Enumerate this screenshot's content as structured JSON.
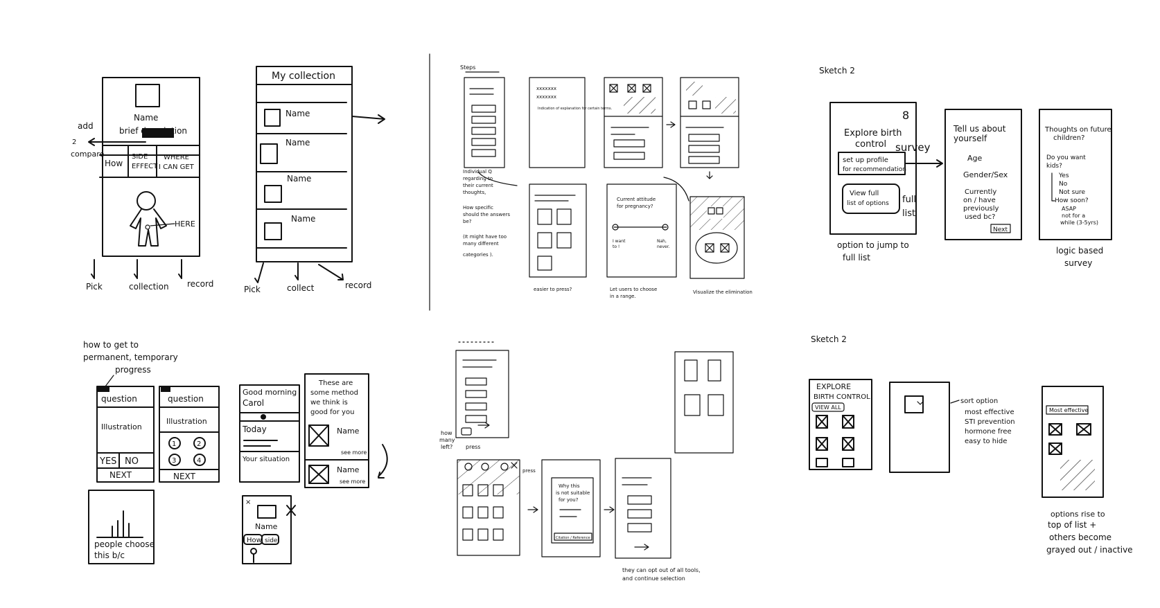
{
  "sheet1": {
    "left_labels": [
      "add",
      "2",
      "compare"
    ],
    "screen1": {
      "name": "Name",
      "brief": "brief description",
      "tab_how": "How",
      "tab_side_1": "SIDE",
      "tab_side_2": "EFFECT",
      "tab_where_1": "WHERE",
      "tab_where_2": "I CAN GET",
      "here": "HERE",
      "nav": [
        "Pick",
        "collection",
        "record"
      ]
    },
    "screen2": {
      "title": "My collection",
      "items": [
        "Name",
        "Name",
        "Name",
        "Name"
      ],
      "nav": [
        "Pick",
        "collect",
        "record"
      ]
    }
  },
  "sheet2": {
    "steps": "Steps",
    "tiny_header_1": "xxxxxxx",
    "tiny_header_2": "xxxxxxx",
    "tiny_note": "Indication of explanation for certain terms.",
    "note_individual": [
      "Individual Q",
      "regarding to",
      "their current",
      "thoughts,"
    ],
    "note_specific": [
      "How specific",
      "should the answers",
      "be?"
    ],
    "note_diff": [
      "(It might have too",
      "many different",
      "categories )."
    ],
    "cap_easier": "easier to press?",
    "attitude": [
      "Current attitude",
      "for pregnancy?"
    ],
    "slider_left": [
      "I want",
      "to !"
    ],
    "slider_right": [
      "Nah,",
      "never."
    ],
    "cap_range": [
      "Let users to choose",
      "in a range."
    ],
    "cap_visualize": "Visualize the elimination"
  },
  "sheet3": {
    "heading": "Sketch 2",
    "explore": [
      "Explore birth",
      "control"
    ],
    "survey_quote": "survey",
    "setup": [
      "set up profile",
      "for recommendation"
    ],
    "view_full": [
      "View full",
      "list of options"
    ],
    "full_list_quote": [
      "full",
      "list"
    ],
    "tell": [
      "Tell us about",
      "yourself"
    ],
    "fields": [
      "Age",
      "Gender/Sex",
      "Currently",
      "on / have",
      "previously",
      "used bc?"
    ],
    "next": "Next",
    "thoughts": [
      "Thoughts on future",
      "children?"
    ],
    "q": [
      "Do you want",
      "kids?"
    ],
    "answers": [
      "Yes",
      "No",
      "Not sure",
      "How soon?",
      "ASAP",
      "not for a",
      "while (3-5yrs)"
    ],
    "cap_jump": [
      "option to jump to",
      "full list"
    ],
    "cap_logic": [
      "logic based",
      "survey"
    ]
  },
  "sheet4": {
    "top_note": [
      "how to get to",
      "permanent, temporary",
      "progress"
    ],
    "question": "question",
    "illustration": "Illustration",
    "yes": "YES",
    "no": "NO",
    "next": "NEXT",
    "options": [
      "1",
      "2",
      "3",
      "4"
    ],
    "greeting": [
      "Good morning",
      "Carol"
    ],
    "today": "Today",
    "situation": "Your situation",
    "these": [
      "These are",
      "some method",
      "we think is",
      "good for you"
    ],
    "name": "Name",
    "see_more": "see more",
    "people": [
      "people choose",
      "this b/c"
    ],
    "how": "How",
    "side": "side"
  },
  "sheet5": {
    "how_many": [
      "how",
      "many",
      "left?"
    ],
    "press": "press",
    "press2": "press",
    "why": [
      "Why this",
      "is not suitable",
      "for you?"
    ],
    "citation": "Citation / Reference",
    "cap": [
      "they can opt out of all tools,",
      "and continue selection"
    ]
  },
  "sheet6": {
    "heading": "Sketch 2",
    "explore": [
      "EXPLORE",
      "BIRTH CONTROL"
    ],
    "view_all": "VIEW ALL",
    "sort": [
      "sort option",
      "most effective",
      "STI prevention",
      "hormone free",
      "easy to hide"
    ],
    "most_effective": "Most effective",
    "cap": [
      "options rise to",
      "top of list +",
      "others become",
      "grayed out / inactive"
    ]
  }
}
